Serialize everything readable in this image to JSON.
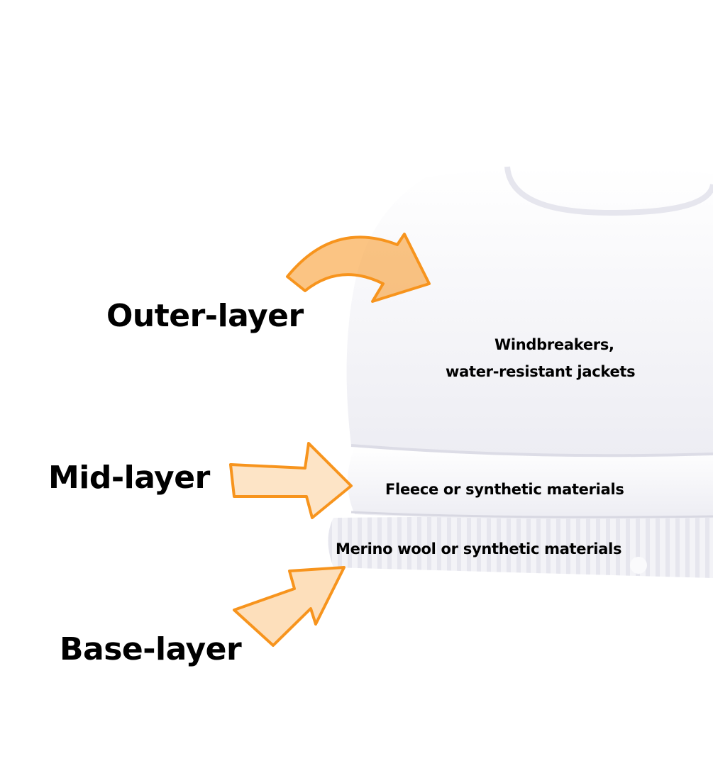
{
  "colors": {
    "accent": "#f7941d",
    "text": "#000000",
    "garment": "#f4f4f8"
  },
  "layers": [
    {
      "name": "Outer-layer",
      "description_lines": [
        "Windbreakers,",
        "water-resistant jackets"
      ]
    },
    {
      "name": "Mid-layer",
      "description": "Fleece or synthetic materials"
    },
    {
      "name": "Base-layer",
      "description": "Merino wool or synthetic materials"
    }
  ]
}
